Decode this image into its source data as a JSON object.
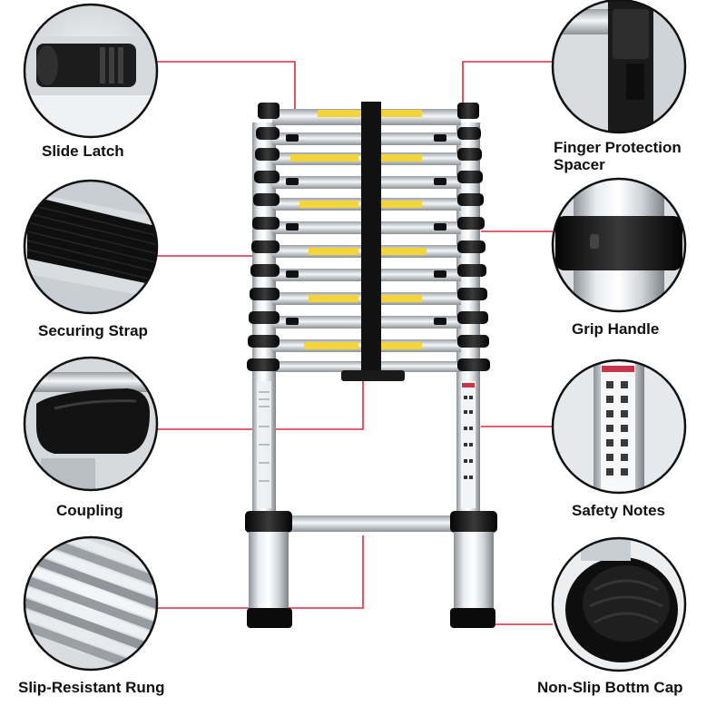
{
  "features": {
    "slide_latch": "Slide Latch",
    "securing_strap": "Securing Strap",
    "coupling": "Coupling",
    "slip_resistant_rung": "Slip-Resistant Rung",
    "finger_protection_line1": "Finger Protection",
    "finger_protection_line2": "Spacer",
    "grip_handle": "Grip Handle",
    "safety_notes": "Safety Notes",
    "non_slip_cap": "Non-Slip Bottm Cap"
  },
  "colors": {
    "callout_line": "#d92b3a",
    "circle_border": "#111111",
    "label_text": "#111111"
  }
}
